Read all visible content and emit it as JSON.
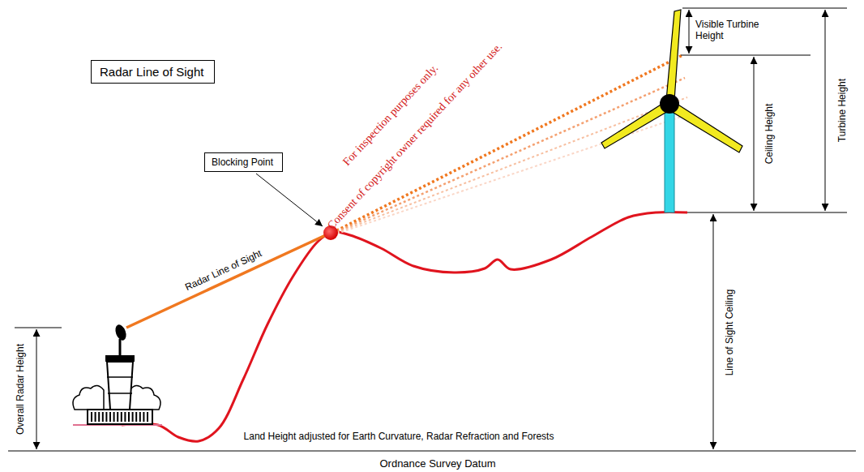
{
  "diagram": {
    "nodes": [
      {
        "text": [
          "Radar Line of Sight"
        ]
      },
      {
        "text": [
          "Blocking Point"
        ]
      }
    ],
    "labels": [
      "For inspection purposes only.",
      "Consent of copyright owner required for any other use.",
      "Radar Line of Sight",
      "Visible Turbine Height",
      "Ceiling Height",
      "Turbine Height",
      "Line of Sight Ceiling",
      "Overall Radar Height",
      "Land Height adjusted for Earth Curvature, Radar Refraction and Forests",
      "Ordnance Survey Datum"
    ]
  }
}
